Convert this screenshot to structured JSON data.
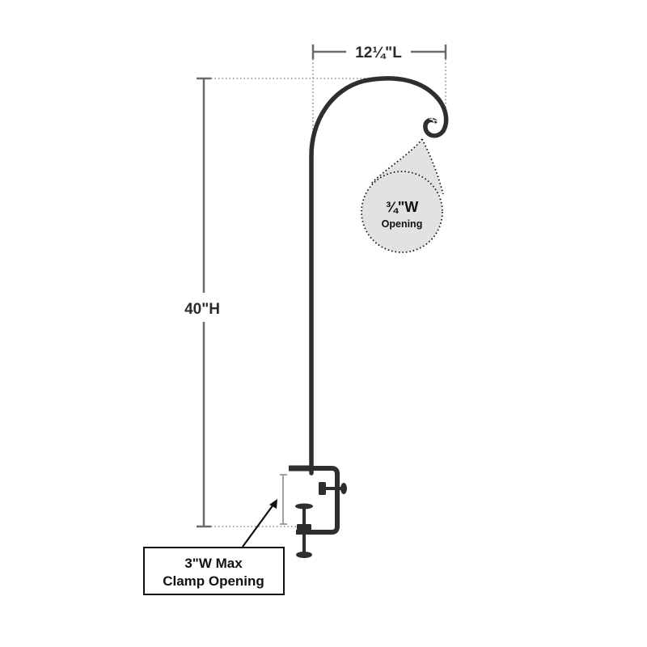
{
  "dimensions": {
    "length_label": "12¼\"L",
    "height_label": "40\"H"
  },
  "hook_callout": {
    "main": "¾\"W",
    "sub": "Opening"
  },
  "clamp_callout": {
    "line1": "3\"W Max",
    "line2": "Clamp Opening"
  },
  "colors": {
    "dimension_line": "#6b6b6b",
    "dotted_guide": "#8a8a8a",
    "metal": "#2e2e2e",
    "callout_fill": "#e2e2e2",
    "box_border": "#111111"
  }
}
